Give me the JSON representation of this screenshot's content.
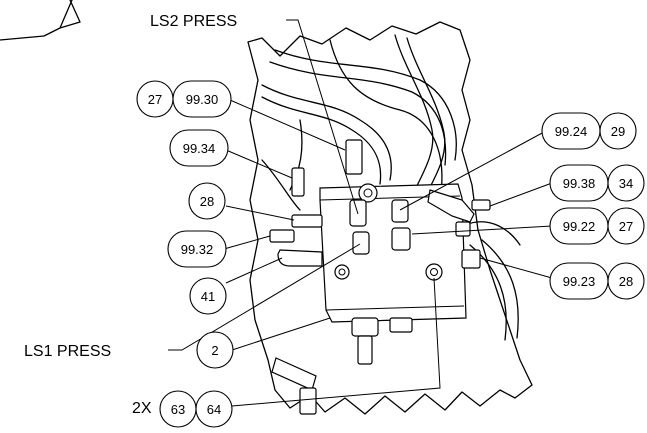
{
  "callouts": {
    "ls2_press": "LS2 PRESS",
    "ls1_press": "LS1 PRESS",
    "multiplier_2x": "2X",
    "b_27a": "27",
    "b_99_30": "99.30",
    "b_99_34": "99.34",
    "b_28a": "28",
    "b_99_32": "99.32",
    "b_41": "41",
    "b_99_24": "99.24",
    "b_29": "29",
    "b_99_38": "99.38",
    "b_34": "34",
    "b_99_22": "99.22",
    "b_27b": "27",
    "b_99_23": "99.23",
    "b_28b": "28",
    "b_2": "2",
    "b_63": "63",
    "b_64": "64"
  }
}
